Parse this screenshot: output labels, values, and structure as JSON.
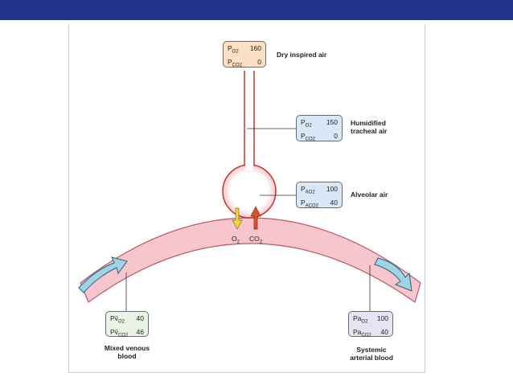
{
  "boxes": {
    "dry": {
      "row1_label": "P",
      "row1_sub": "O2",
      "row1_value": "160",
      "row2_label": "P",
      "row2_sub": "CO2",
      "row2_value": "0",
      "caption": "Dry inspired air",
      "fill": "#fbe0c3"
    },
    "tracheal": {
      "row1_label": "P",
      "row1_sub": "O2",
      "row1_value": "150",
      "row2_label": "P",
      "row2_sub": "CO2",
      "row2_value": "0",
      "caption_line1": "Humidified",
      "caption_line2": "tracheal air",
      "fill": "#d8e8f6"
    },
    "alveolar": {
      "row1_label": "P",
      "row1_sub": "AO2",
      "row1_value": "100",
      "row2_label": "P",
      "row2_sub": "ACO2",
      "row2_value": "40",
      "caption": "Alveolar air",
      "fill": "#d8e8f6"
    },
    "venous": {
      "row1_label": "Pv̄",
      "row1_sub": "O2",
      "row1_value": "40",
      "row2_label": "Pv̄",
      "row2_sub": "CO2",
      "row2_value": "46",
      "caption_line1": "Mixed venous",
      "caption_line2": "blood",
      "fill": "#e9f3e6"
    },
    "arterial": {
      "row1_label": "Pa",
      "row1_sub": "O2",
      "row1_value": "100",
      "row2_label": "Pa",
      "row2_sub": "CO2",
      "row2_value": "40",
      "caption_line1": "Systemic",
      "caption_line2": "arterial blood",
      "fill": "#e6e4f4"
    }
  },
  "gas_exchange": {
    "o2_label": "O",
    "o2_sub": "2",
    "co2_label": "CO",
    "co2_sub": "2"
  },
  "colors": {
    "header_bar": "#22348a",
    "vessel_fill": "#f6c6cc",
    "airway_stroke": "#c0392b",
    "o2_arrow": "#f3d34a",
    "co2_arrow": "#d9542e",
    "blood_flow_arrow": "#9fd3e6"
  }
}
